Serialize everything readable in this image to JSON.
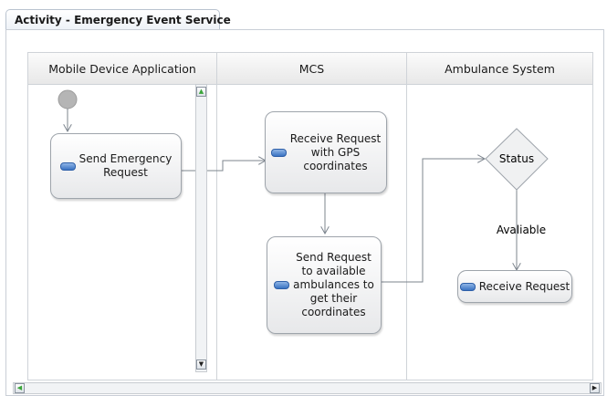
{
  "tab": {
    "title": "Activity - Emergency Event Service",
    "icon": "activity-diagram-icon"
  },
  "lanes": [
    {
      "name": "Mobile Device Application"
    },
    {
      "name": "MCS"
    },
    {
      "name": "Ambulance System"
    }
  ],
  "nodes": {
    "send_emergency": "Send Emergency\nRequest",
    "receive_gps": "Receive Request\nwith GPS\ncoordinates",
    "send_available": "Send Request\nto available\nambulances to\nget their\ncoordinates",
    "status": "Status",
    "receive_request": "Receive Request"
  },
  "edge_labels": {
    "available": "Avaliable"
  },
  "scrollbars": {
    "up": "▲",
    "down": "▼",
    "left": "◀",
    "right": "▶"
  },
  "colors": {
    "action_icon": "#3a73c2",
    "initial_node": "#b5b5b5",
    "scroll_arrow_green": "#3aa53a"
  }
}
